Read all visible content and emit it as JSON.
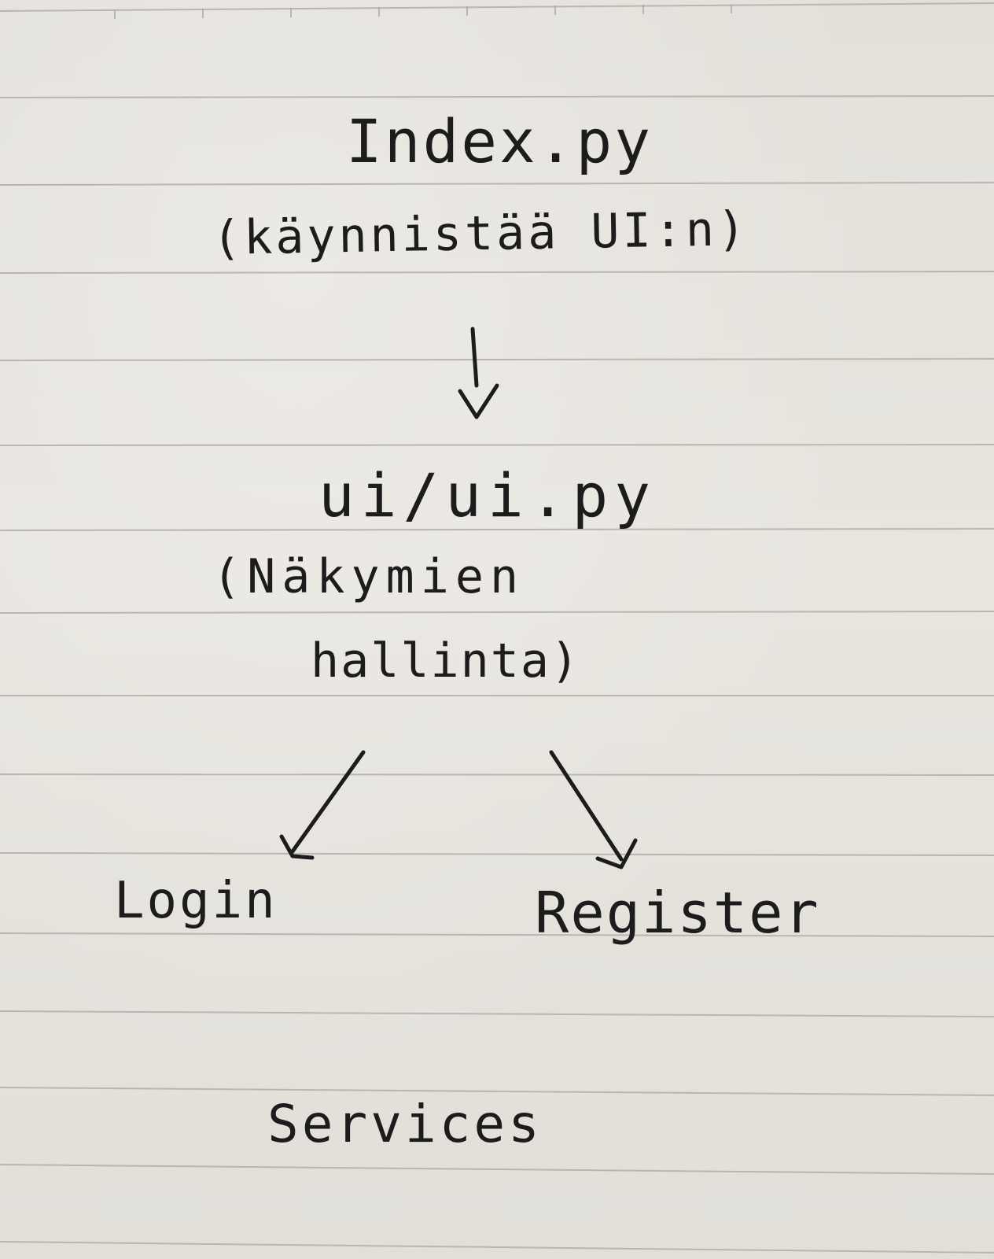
{
  "diagram": {
    "nodes": {
      "index": {
        "label": "Index.py",
        "note": "(käynnistää UI:n)"
      },
      "ui": {
        "label": "ui/ui.py",
        "note_line1": "(Näkymien",
        "note_line2": "hallinta)"
      },
      "login": {
        "label": "Login"
      },
      "register": {
        "label": "Register"
      },
      "services": {
        "label": "Services"
      }
    },
    "edges": [
      {
        "from": "index",
        "to": "ui"
      },
      {
        "from": "ui",
        "to": "login"
      },
      {
        "from": "ui",
        "to": "register"
      }
    ],
    "ink_color": "#1c1c1c",
    "paper_color": "#e6e3dd",
    "rule_color": "#b9b6b0"
  }
}
